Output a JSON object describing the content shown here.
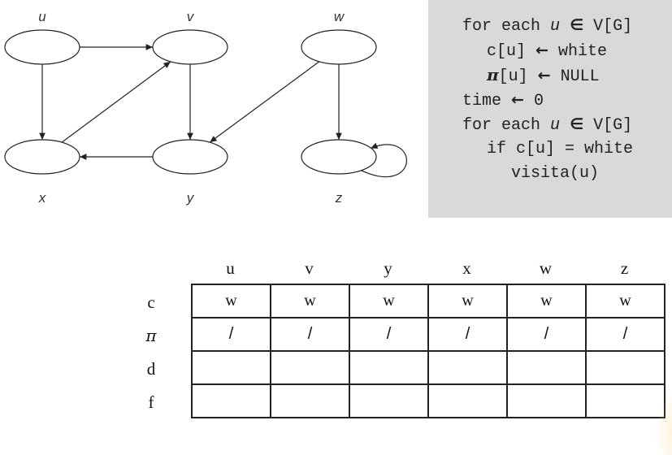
{
  "graph": {
    "nodes": [
      {
        "id": "u",
        "label": "u"
      },
      {
        "id": "v",
        "label": "v"
      },
      {
        "id": "w",
        "label": "w"
      },
      {
        "id": "x",
        "label": "x"
      },
      {
        "id": "y",
        "label": "y"
      },
      {
        "id": "z",
        "label": "z"
      }
    ],
    "edges": [
      [
        "u",
        "v"
      ],
      [
        "u",
        "x"
      ],
      [
        "x",
        "v"
      ],
      [
        "v",
        "y"
      ],
      [
        "y",
        "x"
      ],
      [
        "w",
        "y"
      ],
      [
        "w",
        "z"
      ],
      [
        "z",
        "z"
      ]
    ]
  },
  "pseudocode": {
    "lines": [
      {
        "indent": "",
        "parts": [
          {
            "t": "for each "
          },
          {
            "t": "u",
            "c": "var"
          },
          {
            "t": " "
          },
          {
            "t": "∈",
            "c": "sym"
          },
          {
            "t": " V[G]"
          }
        ]
      },
      {
        "indent": "  ",
        "parts": [
          {
            "t": "c[u] "
          },
          {
            "t": "←",
            "c": "sym"
          },
          {
            "t": " white"
          }
        ]
      },
      {
        "indent": "  ",
        "parts": [
          {
            "t": "π",
            "c": "pi"
          },
          {
            "t": "[u] "
          },
          {
            "t": "←",
            "c": "sym"
          },
          {
            "t": " NULL"
          }
        ]
      },
      {
        "indent": "",
        "parts": [
          {
            "t": "time "
          },
          {
            "t": "←",
            "c": "sym"
          },
          {
            "t": " 0"
          }
        ]
      },
      {
        "indent": "",
        "parts": [
          {
            "t": "for each "
          },
          {
            "t": "u",
            "c": "var"
          },
          {
            "t": " "
          },
          {
            "t": "∈",
            "c": "sym"
          },
          {
            "t": " V[G]"
          }
        ]
      },
      {
        "indent": "  ",
        "parts": [
          {
            "t": "if c[u] = white"
          }
        ]
      },
      {
        "indent": "    ",
        "parts": [
          {
            "t": "visita(u)"
          }
        ]
      }
    ]
  },
  "table": {
    "columns": [
      "u",
      "v",
      "y",
      "x",
      "w",
      "z"
    ],
    "rows": [
      {
        "key": "c",
        "label": "c",
        "cells": [
          "w",
          "w",
          "w",
          "w",
          "w",
          "w"
        ]
      },
      {
        "key": "pi",
        "label": "π",
        "cells": [
          "/",
          "/",
          "/",
          "/",
          "/",
          "/"
        ]
      },
      {
        "key": "d",
        "label": "d",
        "cells": [
          "",
          "",
          "",
          "",
          "",
          ""
        ]
      },
      {
        "key": "f",
        "label": "f",
        "cells": [
          "",
          "",
          "",
          "",
          "",
          ""
        ]
      }
    ]
  }
}
